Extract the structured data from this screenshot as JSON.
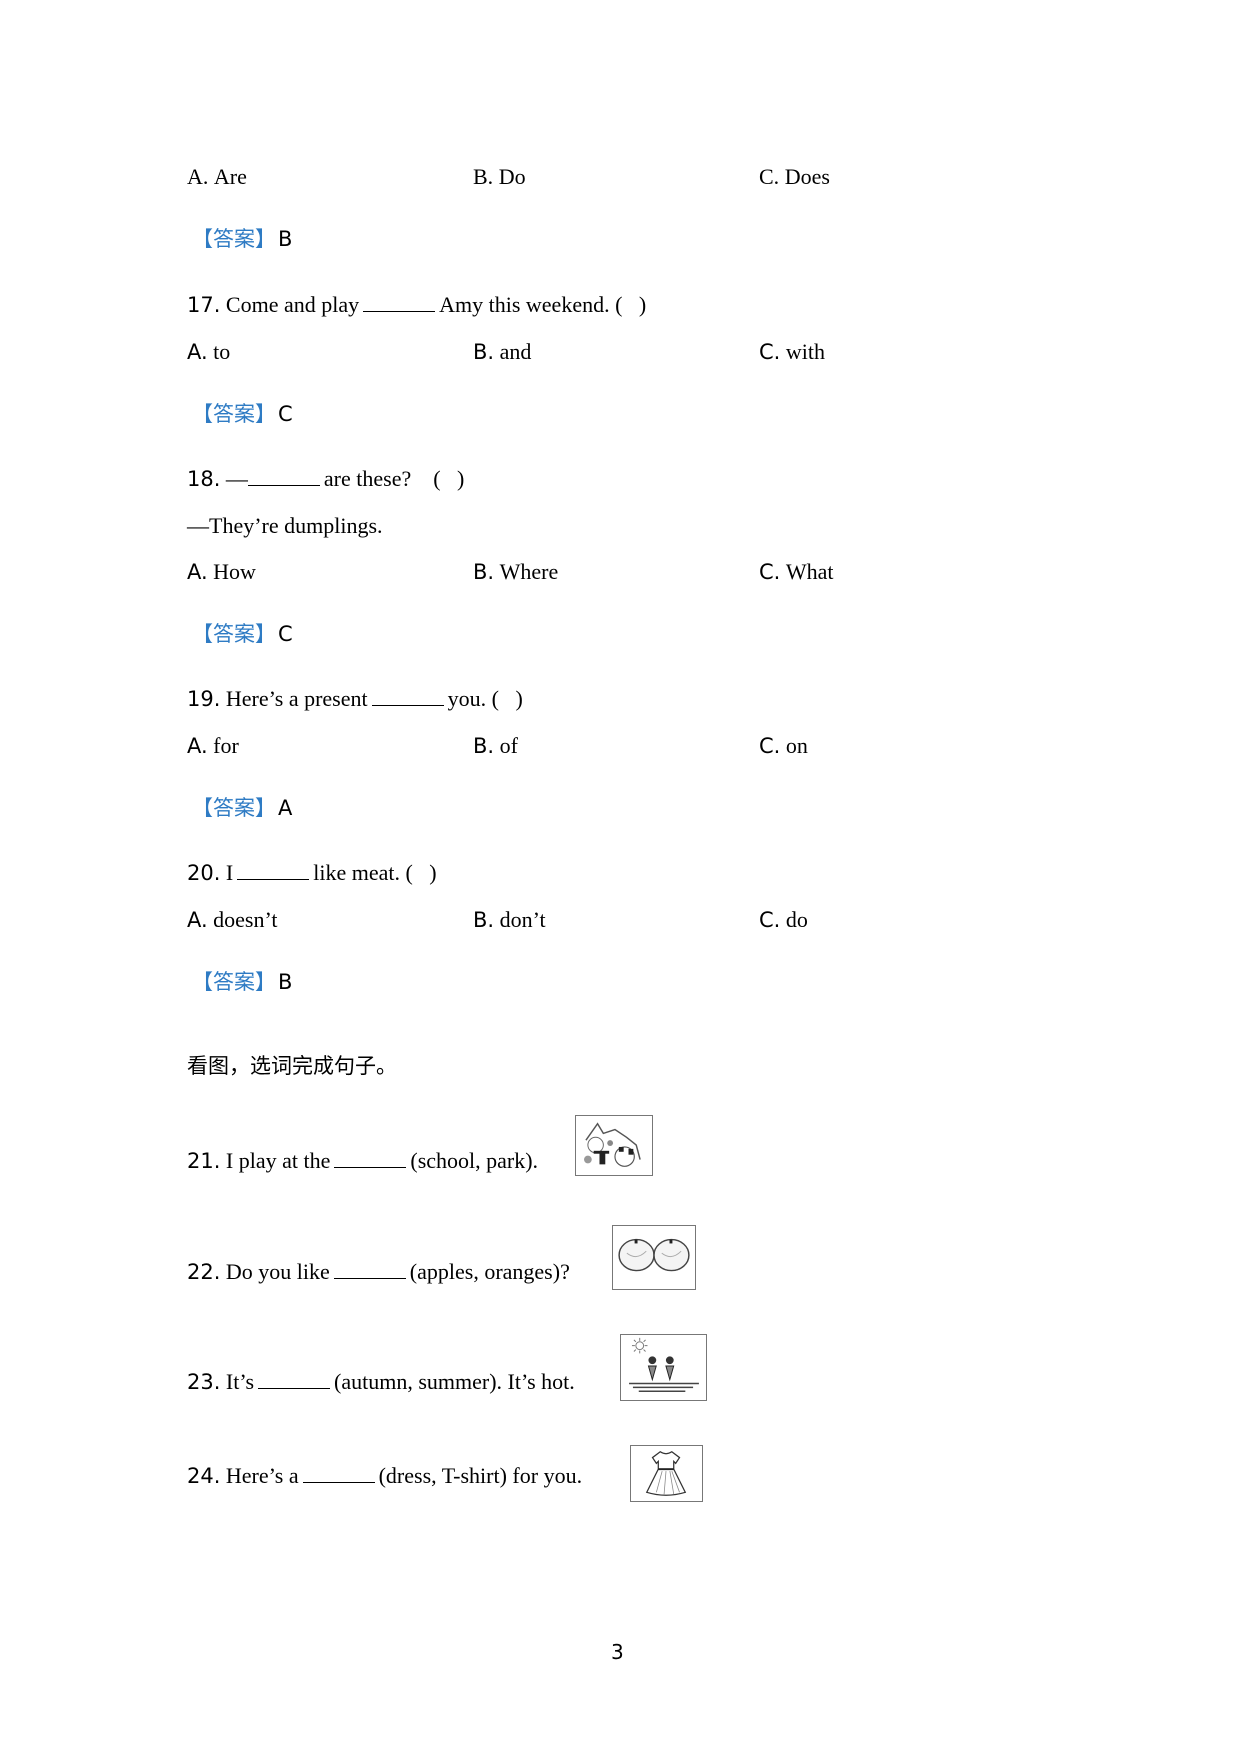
{
  "q16_options": [
    {
      "label": "A.",
      "value": "Are"
    },
    {
      "label": "B.",
      "value": "Do"
    },
    {
      "label": "C.",
      "value": "Does"
    }
  ],
  "q16_answer": {
    "tag": "【答案】",
    "letter": "B"
  },
  "questions": [
    {
      "number": "17.",
      "text_before": "Come and play",
      "text_after": "Amy this weekend. (   )",
      "options": [
        {
          "label": "A.",
          "value": "to"
        },
        {
          "label": "B.",
          "value": "and"
        },
        {
          "label": "C.",
          "value": "with"
        }
      ],
      "answer": {
        "tag": "【答案】",
        "letter": "C"
      }
    },
    {
      "number": "18.",
      "text_before": "—",
      "text_after": "are these?    (   )",
      "reply": "—They’re dumplings.",
      "options": [
        {
          "label": "A.",
          "value": "How"
        },
        {
          "label": "B.",
          "value": "Where"
        },
        {
          "label": "C.",
          "value": "What"
        }
      ],
      "answer": {
        "tag": "【答案】",
        "letter": "C"
      }
    },
    {
      "number": "19.",
      "text_before": "Here’s a present",
      "text_after": "you. (   )",
      "options": [
        {
          "label": "A.",
          "value": "for"
        },
        {
          "label": "B.",
          "value": "of"
        },
        {
          "label": "C.",
          "value": "on"
        }
      ],
      "answer": {
        "tag": "【答案】",
        "letter": "A"
      }
    },
    {
      "number": "20.",
      "text_before": "I",
      "text_after": "like meat. (   )",
      "options": [
        {
          "label": "A.",
          "value": "doesn’t"
        },
        {
          "label": "B.",
          "value": "don’t"
        },
        {
          "label": "C.",
          "value": "do"
        }
      ],
      "answer": {
        "tag": "【答案】",
        "letter": "B"
      }
    }
  ],
  "section_title": "看图，选词完成句子。",
  "picture_questions": [
    {
      "number": "21.",
      "text_before": "I play at the",
      "text_after": "(school, park).",
      "picture": "park-picture"
    },
    {
      "number": "22.",
      "text_before": "Do you like",
      "text_after": "(apples, oranges)?",
      "picture": "oranges-picture"
    },
    {
      "number": "23.",
      "text_before": "It’s",
      "text_after": "(autumn, summer). It’s hot.",
      "picture": "summer-picture"
    },
    {
      "number": "24.",
      "text_before": "Here’s a",
      "text_after": "(dress, T-shirt) for you.",
      "picture": "dress-picture"
    }
  ],
  "page_number": "3",
  "colors": {
    "answer_tag": "#2e7bc4"
  }
}
